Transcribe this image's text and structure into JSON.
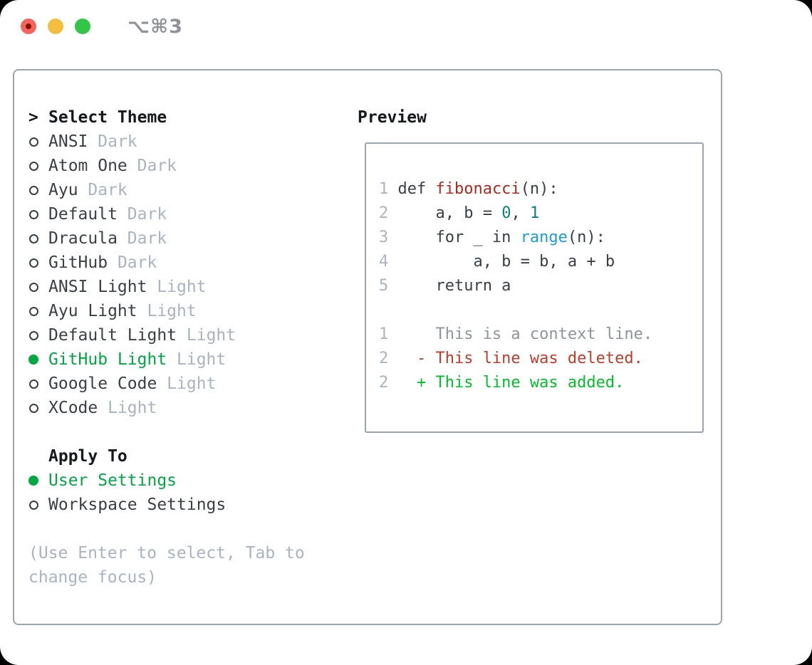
{
  "titlebar": {
    "shortcut": "⌥⌘3"
  },
  "theme_list": {
    "header_marker": ">",
    "header": "Select Theme",
    "items": [
      {
        "name": "ANSI",
        "variant": "Dark",
        "selected": false
      },
      {
        "name": "Atom One",
        "variant": "Dark",
        "selected": false
      },
      {
        "name": "Ayu",
        "variant": "Dark",
        "selected": false
      },
      {
        "name": "Default",
        "variant": "Dark",
        "selected": false
      },
      {
        "name": "Dracula",
        "variant": "Dark",
        "selected": false
      },
      {
        "name": "GitHub",
        "variant": "Dark",
        "selected": false
      },
      {
        "name": "ANSI Light",
        "variant": "Light",
        "selected": false
      },
      {
        "name": "Ayu Light",
        "variant": "Light",
        "selected": false
      },
      {
        "name": "Default Light",
        "variant": "Light",
        "selected": false
      },
      {
        "name": "GitHub Light",
        "variant": "Light",
        "selected": true
      },
      {
        "name": "Google Code",
        "variant": "Light",
        "selected": false
      },
      {
        "name": "XCode",
        "variant": "Light",
        "selected": false
      }
    ]
  },
  "apply_to": {
    "header": "Apply To",
    "options": [
      {
        "label": "User Settings",
        "selected": true
      },
      {
        "label": "Workspace Settings",
        "selected": false
      }
    ]
  },
  "hint_lines": [
    "(Use Enter to select, Tab to",
    "change focus)"
  ],
  "preview": {
    "header": "Preview",
    "code_lines": [
      {
        "num": "1",
        "tokens": [
          {
            "t": "def ",
            "c": "default"
          },
          {
            "t": "fibonacci",
            "c": "function"
          },
          {
            "t": "(n):",
            "c": "default"
          }
        ]
      },
      {
        "num": "2",
        "tokens": [
          {
            "t": "    a, b = ",
            "c": "default"
          },
          {
            "t": "0",
            "c": "number"
          },
          {
            "t": ", ",
            "c": "default"
          },
          {
            "t": "1",
            "c": "number"
          }
        ]
      },
      {
        "num": "3",
        "tokens": [
          {
            "t": "    for _ in ",
            "c": "default"
          },
          {
            "t": "range",
            "c": "builtin"
          },
          {
            "t": "(n):",
            "c": "default"
          }
        ]
      },
      {
        "num": "4",
        "tokens": [
          {
            "t": "        a, b = b, a + b",
            "c": "default"
          }
        ]
      },
      {
        "num": "5",
        "tokens": [
          {
            "t": "    return a",
            "c": "default"
          }
        ]
      },
      {
        "num": "",
        "tokens": []
      },
      {
        "num": "1",
        "tokens": [
          {
            "t": "    This is a context line.",
            "c": "context"
          }
        ]
      },
      {
        "num": "2",
        "tokens": [
          {
            "t": "  - This line was deleted.",
            "c": "deleted"
          }
        ]
      },
      {
        "num": "2",
        "tokens": [
          {
            "t": "  + This line was added.",
            "c": "added"
          }
        ]
      }
    ]
  },
  "colors": {
    "page_bg": "#000000",
    "window_bg": "#ffffff",
    "panel_border": "#9aa5b1",
    "heading_text": "#17191d",
    "item_text": "#3a3f46",
    "muted_text": "#a9b4c0",
    "hint_text": "#a9b4c0",
    "selected_green": "#00a843",
    "line_number": "#a9b4c0",
    "context_text": "#8d949b",
    "diff_deleted": "#c43b2b",
    "diff_added": "#00c127",
    "code_default": "#3a3f46",
    "code_function": "#b3271d",
    "code_number": "#0d7f75",
    "code_builtin": "#1a9ed9",
    "titlebar_shortcut": "#8f9398",
    "light_close": "#f4645d",
    "light_close_dot": "#821106",
    "light_minimize": "#f6be40",
    "light_zoom": "#32c649"
  }
}
